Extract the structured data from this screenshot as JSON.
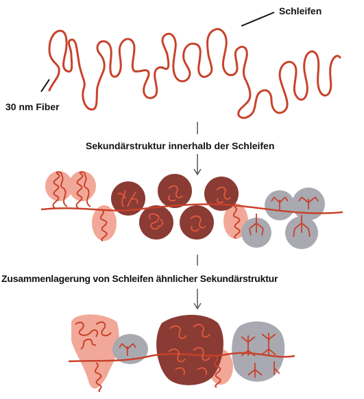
{
  "labels": {
    "loops": "Schleifen",
    "fiber": "30 nm Fiber",
    "secondary_structure": "Sekundärstruktur innerhalb der Schleifen",
    "aggregation": "Zusammenlagerung von Schleifen ähnlicher Sekundärstruktur"
  },
  "colors": {
    "fiber": "#c8412a",
    "light_blob": "#f2a898",
    "dark_blob": "#8a3b34",
    "grey_blob": "#a9a9b1",
    "arrow": "#555555"
  },
  "icons": [
    "down-arrow-icon",
    "down-arrow-icon"
  ]
}
